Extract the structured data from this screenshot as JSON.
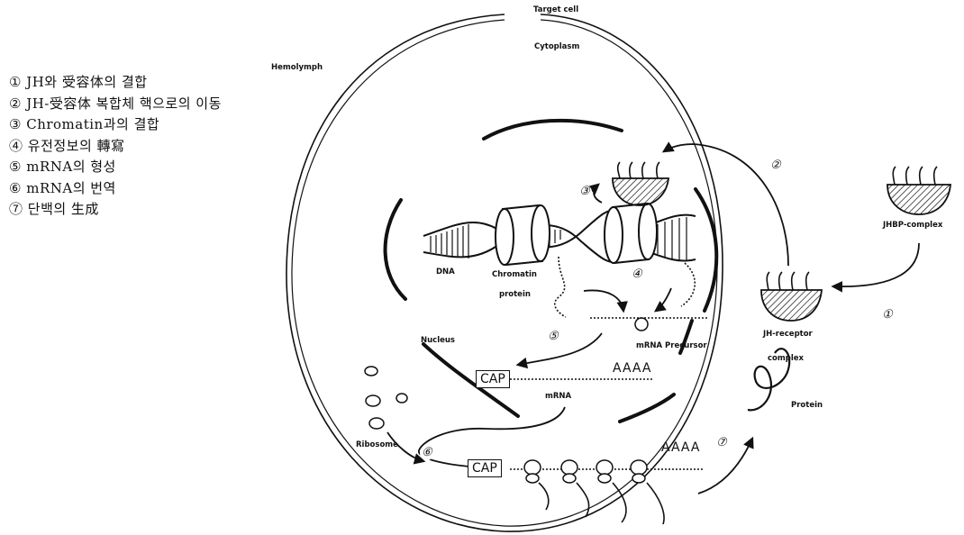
{
  "legend": [
    "① JH와 受容体의 결합",
    "② JH-受容体 복합체 핵으로의 이동",
    "③ Chromatin과의 결합",
    "④ 유전정보의 轉寫",
    "⑤ mRNA의 형성",
    "⑥ mRNA의 번역",
    "⑦ 단백의 生成"
  ],
  "labels": {
    "target_cell": "Target cell",
    "cytoplasm": "Cytoplasm",
    "hemolymph": "Hemolymph",
    "jhbp_complex": "JHBP-complex",
    "jh_receptor_1": "JH-receptor",
    "jh_receptor_2": "complex",
    "dna": "DNA",
    "chromatin_1": "Chromatin",
    "chromatin_2": "protein",
    "nucleus": "Nucleus",
    "mrna_precursor": "mRNA Precursor",
    "mrna": "mRNA",
    "cap1": "CAP",
    "aaaa1": "AAAA",
    "ribosome": "Ribosome",
    "cap2": "CAP",
    "aaaa2": "AAAA",
    "protein": "Protein"
  },
  "steps": {
    "s1": "①",
    "s2": "②",
    "s3": "③",
    "s4": "④",
    "s5": "⑤",
    "s6": "⑥",
    "s7": "⑦"
  }
}
